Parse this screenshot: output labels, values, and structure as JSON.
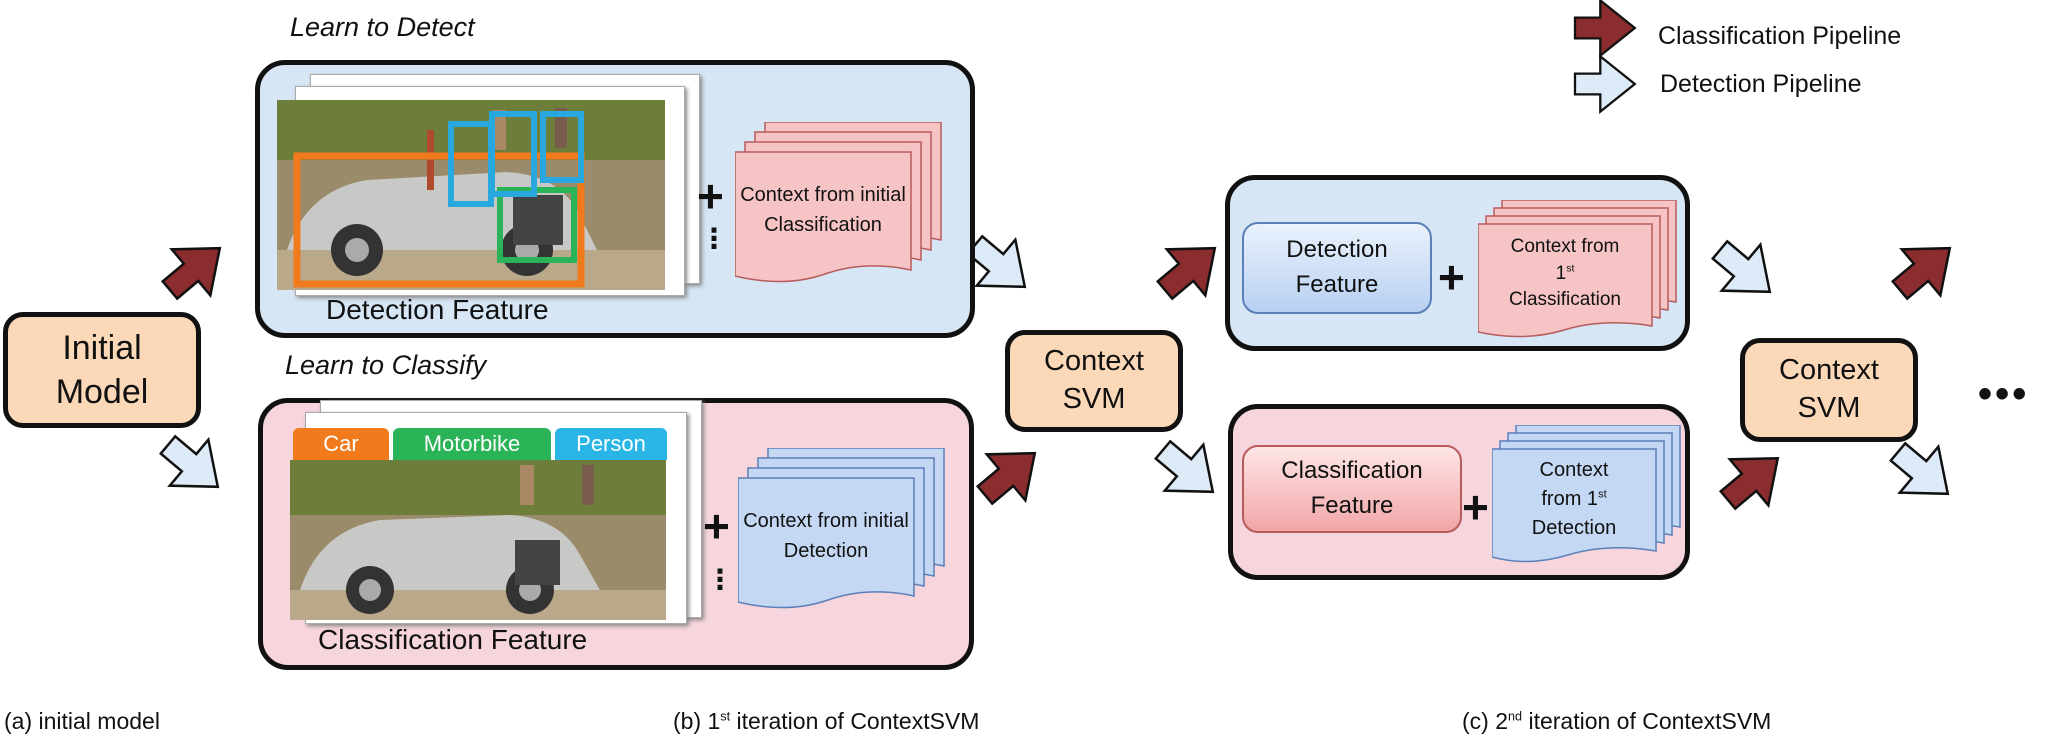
{
  "legend": {
    "classification_label": "Classification Pipeline",
    "detection_label": "Detection Pipeline",
    "classification_color": "#8b2c2e",
    "detection_color": "#ddeaf8"
  },
  "stage_a": {
    "initial_model_label": "Initial Model",
    "caption": "(a) initial model"
  },
  "stage_b": {
    "learn_detect_title": "Learn to Detect",
    "learn_classify_title": "Learn to Classify",
    "detection_feature_label": "Detection Feature",
    "classification_feature_label": "Classification Feature",
    "context_from_classification": "Context from initial Classification",
    "context_from_detection": "Context from initial Detection",
    "class_tags": [
      {
        "label": "Car",
        "color": "#f07a1c"
      },
      {
        "label": "Motorbike",
        "color": "#2bb457"
      },
      {
        "label": "Person",
        "color": "#29b6e6"
      }
    ],
    "context_svm_label": "Context SVM",
    "caption_prefix": "(b) 1",
    "caption_sup": "st",
    "caption_suffix": " iteration of ContextSVM"
  },
  "stage_c": {
    "detection_feature_label": "Detection Feature",
    "classification_feature_label": "Classification Feature",
    "context_1st_class_a": "Context from",
    "context_1st_class_b": "1",
    "context_1st_class_sup": "st",
    "context_1st_class_c": "Classification",
    "context_1st_det_a": "Context",
    "context_1st_det_b": "from 1",
    "context_1st_det_sup": "st",
    "context_1st_det_c": "Detection",
    "context_svm_label": "Context SVM",
    "caption_prefix": "(c) 2",
    "caption_sup": "nd",
    "caption_suffix": " iteration of ContextSVM"
  },
  "continuation": "• • •",
  "plus_sign": "+",
  "stack_dots": "⋮"
}
